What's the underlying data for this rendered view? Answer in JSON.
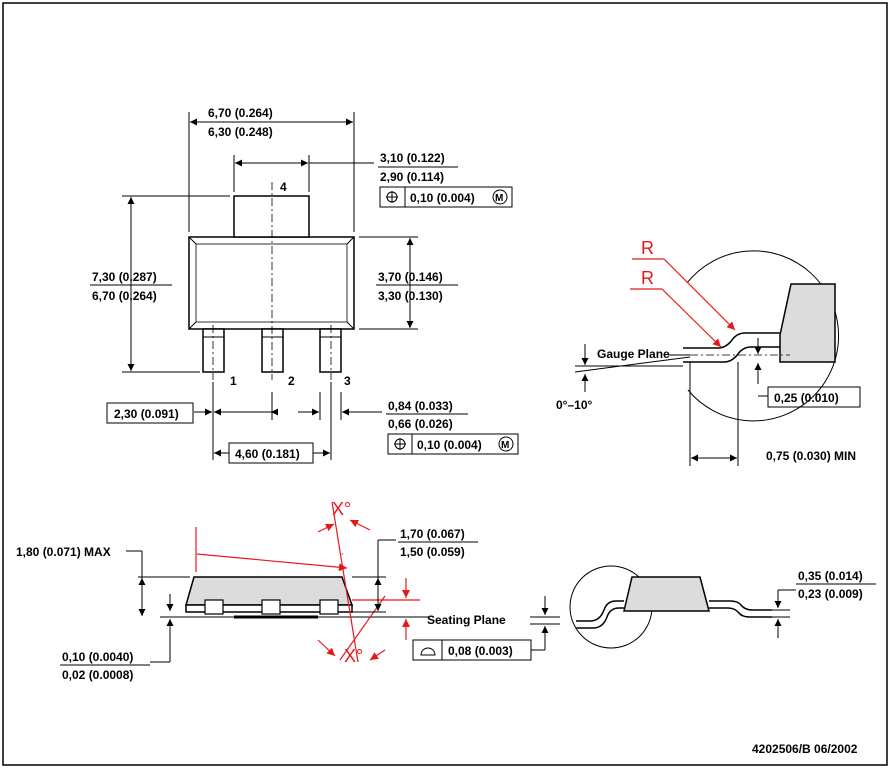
{
  "top_view": {
    "width_max": "6,70 (0.264)",
    "width_min": "6,30 (0.248)",
    "tab_max": "3,10 (0.122)",
    "tab_min": "2,90 (0.114)",
    "tab_tol": "0,10 (0.004)",
    "tab_tol_mod": "M",
    "len_max": "7,30 (0.287)",
    "len_min": "6,70 (0.264)",
    "body_max": "3,70 (0.146)",
    "body_min": "3,30 (0.130)",
    "pin4": "4",
    "pin1": "1",
    "pin2": "2",
    "pin3": "3",
    "pitch": "2,30 (0.091)",
    "lead_w_max": "0,84 (0.033)",
    "lead_w_min": "0,66 (0.026)",
    "lead_tol": "0,10 (0.004)",
    "lead_tol_mod": "M",
    "span": "4,60 (0.181)"
  },
  "detail_view": {
    "r1": "R",
    "r2": "R",
    "gauge_plane": "Gauge Plane",
    "angle": "0°–10°",
    "gauge_height": "0,25 (0.010)",
    "foot_min": "0,75 (0.030) MIN"
  },
  "side_view": {
    "height_max": "1,80 (0.071) MAX",
    "body_h_max": "1,70 (0.067)",
    "body_h_min": "1,50 (0.059)",
    "x_top": "X°",
    "x_bottom": "X°",
    "standoff_max": "0,10 (0.0040)",
    "standoff_min": "0,02 (0.0008)",
    "seating_plane": "Seating Plane",
    "coplanarity": "0,08 (0.003)",
    "lead_t_max": "0,35 (0.014)",
    "lead_t_min": "0,23 (0.009)"
  },
  "drawing_number": "4202506/B 06/2002"
}
